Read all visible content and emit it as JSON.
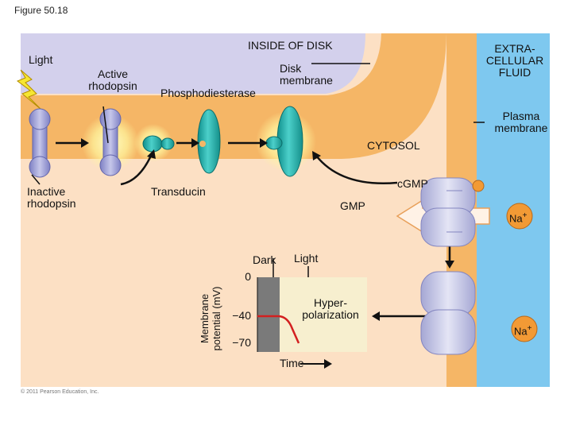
{
  "figure_label": "Figure 50.18",
  "copyright": "© 2011 Pearson Education, Inc.",
  "labels": {
    "inside_of_disk": "INSIDE OF DISK",
    "extracellular_fluid": "EXTRA-\nCELLULAR\nFLUID",
    "light": "Light",
    "active_rhodopsin": "Active\nrhodopsin",
    "disk_membrane": "Disk\nmembrane",
    "phosphodiesterase": "Phosphodiesterase",
    "plasma_membrane": "Plasma\nmembrane",
    "cytosol": "CYTOSOL",
    "inactive_rhodopsin": "Inactive\nrhodopsin",
    "transducin": "Transducin",
    "cgmp": "cGMP",
    "gmp": "GMP",
    "na_top": "Na",
    "na_bottom": "Na",
    "na_charge": "+"
  },
  "graph": {
    "ylabel": "Membrane\npotential (mV)",
    "dark_label": "Dark",
    "light_label": "Light",
    "ticks": [
      "0",
      "−40",
      "−70"
    ],
    "hyperpolarization": "Hyper-\npolarization",
    "xlabel": "Time"
  },
  "colors": {
    "disk_interior": "#d3d0ec",
    "disk_membrane": "#f5b666",
    "cytosol": "#fce0c4",
    "extracellular": "#7ec8ef",
    "plasma_membrane": "#f5b666",
    "rhodopsin": "#9e9ed6",
    "phosphodiesterase": "#2fb5b0",
    "channel": "#c5c6e6",
    "arrow_fill": "#fff2e6",
    "na_badge": "#f29a35",
    "graph_dark": "#7a7a7a",
    "graph_light": "#f7efcf",
    "trace": "#d32020"
  }
}
